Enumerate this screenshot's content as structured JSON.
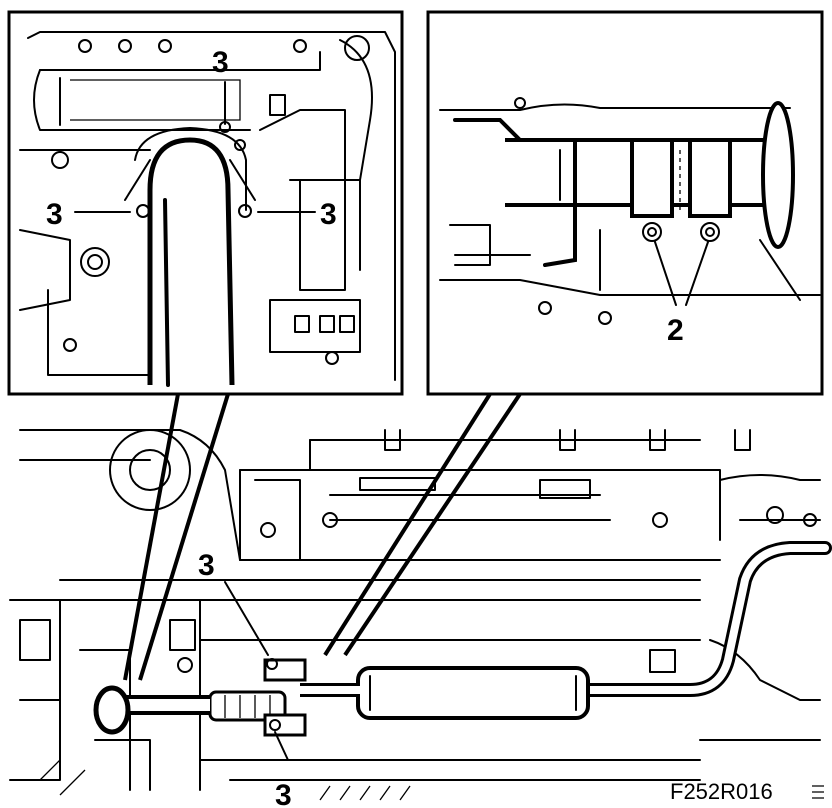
{
  "figure_code": "F252R016",
  "callouts": {
    "left_detail_top": "3",
    "left_detail_left": "3",
    "left_detail_right": "3",
    "right_detail_bottom": "2",
    "main_upper": "3",
    "main_lower": "3"
  }
}
